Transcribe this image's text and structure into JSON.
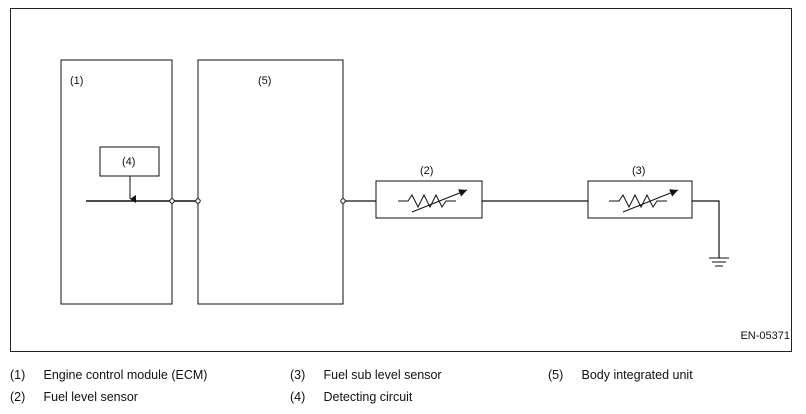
{
  "diagram": {
    "blocks": {
      "ecm": "(1)",
      "fuel_level_sensor": "(2)",
      "fuel_sub_level_sensor": "(3)",
      "detecting_circuit": "(4)",
      "body_integrated_unit": "(5)"
    },
    "figure_code": "EN-05371"
  },
  "legend": [
    {
      "num": "(1)",
      "text": "Engine control module (ECM)"
    },
    {
      "num": "(2)",
      "text": "Fuel level sensor"
    },
    {
      "num": "(3)",
      "text": "Fuel sub level sensor"
    },
    {
      "num": "(4)",
      "text": "Detecting circuit"
    },
    {
      "num": "(5)",
      "text": "Body integrated unit"
    }
  ]
}
